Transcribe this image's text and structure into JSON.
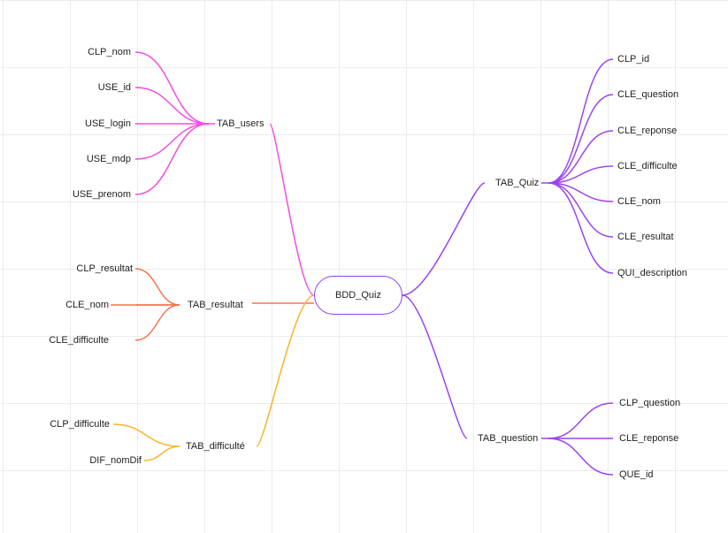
{
  "root": "BDD_Quiz",
  "branches": [
    {
      "id": "users",
      "label": "TAB_users",
      "color": "#f24fe0",
      "children": [
        "CLP_nom",
        "USE_id",
        "USE_login",
        "USE_mdp",
        "USE_prenom"
      ]
    },
    {
      "id": "resultat",
      "label": "TAB_resultat",
      "color": "#f7744f",
      "children": [
        "CLP_resultat",
        "CLE_nom",
        "CLE_difficulte"
      ]
    },
    {
      "id": "difficulte",
      "label": "TAB_difficulté",
      "color": "#f7b52b",
      "children": [
        "CLP_difficulte",
        "DIF_nomDif"
      ]
    },
    {
      "id": "quiz",
      "label": "TAB_Quiz",
      "color": "#9b44f0",
      "children": [
        "CLP_id",
        "CLE_question",
        "CLE_reponse",
        "CLE_difficulte",
        "CLE_nom",
        "CLE_resultat",
        "QUI_description"
      ]
    },
    {
      "id": "question",
      "label": "TAB_question",
      "color": "#9b44f0",
      "children": [
        "CLP_question",
        "CLE_reponse",
        "QUE_id"
      ]
    }
  ]
}
